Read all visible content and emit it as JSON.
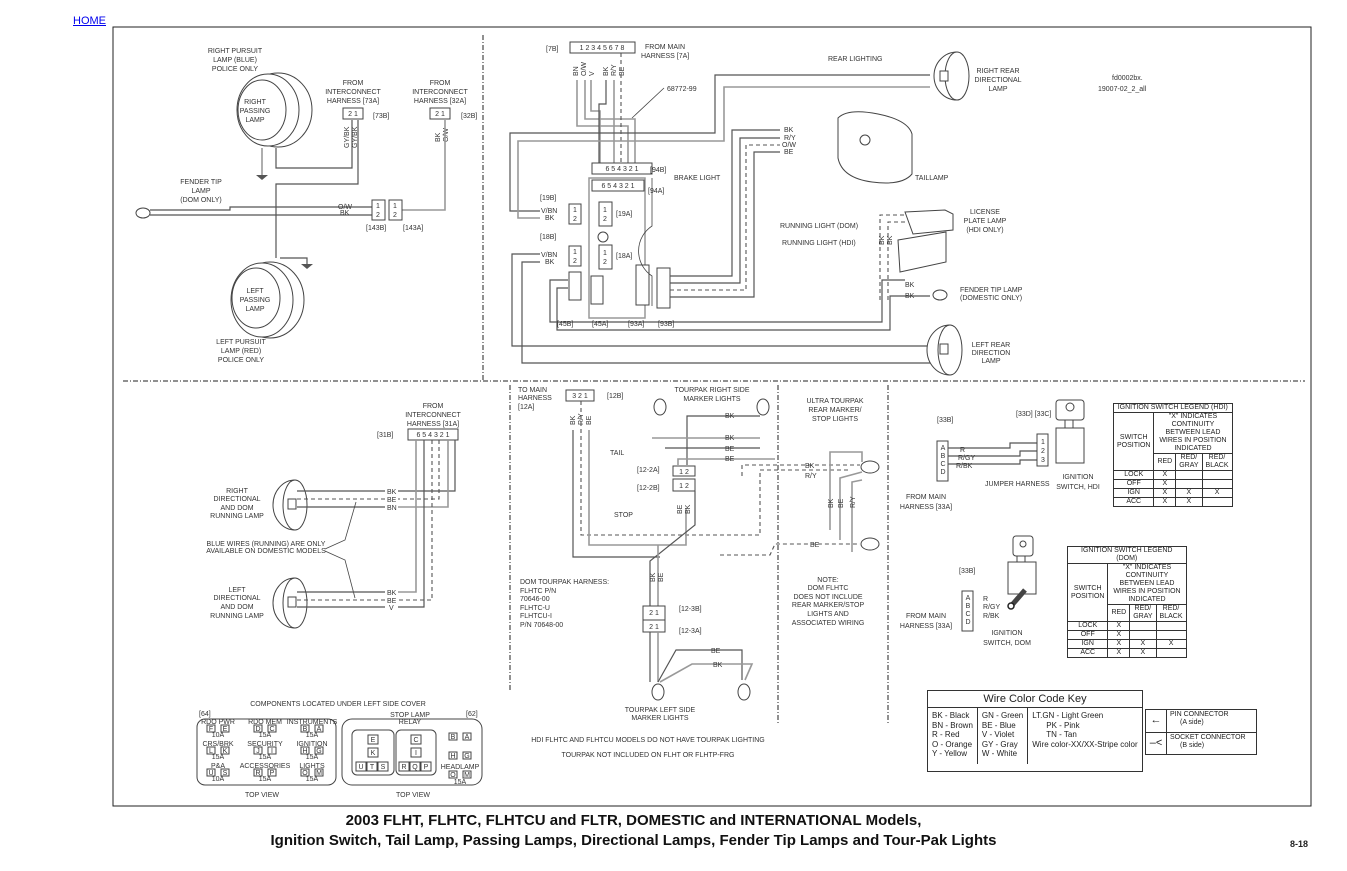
{
  "nav": {
    "home_link": "HOME"
  },
  "figure_ids": {
    "code": "fd0002bx.",
    "file": "19007-02_2_all"
  },
  "passing_lamps": {
    "right_pursuit": [
      "RIGHT PURSUIT",
      "LAMP (BLUE)",
      "POLICE ONLY"
    ],
    "right_passing": [
      "RIGHT",
      "PASSING",
      "LAMP"
    ],
    "left_passing": [
      "LEFT",
      "PASSING",
      "LAMP"
    ],
    "left_pursuit": [
      "LEFT PURSUIT",
      "LAMP (RED)",
      "POLICE ONLY"
    ],
    "fender_tip": [
      "FENDER TIP",
      "LAMP",
      "(DOM ONLY)"
    ],
    "harness_73a": [
      "FROM",
      "INTERCONNECT",
      "HARNESS [73A]"
    ],
    "harness_32a": [
      "FROM",
      "INTERCONNECT",
      "HARNESS [32A]"
    ],
    "conn_73b": "[73B]",
    "conn_32b": "[32B]",
    "pins_21": "2 1",
    "wires_73": [
      "GY/BK",
      "GY/BK"
    ],
    "wires_32": [
      "BK",
      "O/W"
    ],
    "wire_ow": "O/W",
    "wire_bk": "BK",
    "conn_143b": "[143B]",
    "conn_143a": "[143A]",
    "pin1": "1",
    "pin2": "2"
  },
  "rear_lighting": {
    "conn_7b": "[7B]",
    "pins_7": "1 2 3 4 5 6 7 8",
    "main_harness": [
      "FROM MAIN",
      "HARNESS [7A]"
    ],
    "wires_7": [
      "BN",
      "O/W",
      "V",
      "BK",
      "R/Y",
      "BE"
    ],
    "part_no": "68772-99",
    "label": "REAR LIGHTING",
    "right_rear": [
      "RIGHT REAR",
      "DIRECTIONAL",
      "LAMP"
    ],
    "taillamp": "TAILLAMP",
    "taillamp_wires": [
      "BK",
      "R/Y",
      "O/W",
      "BE"
    ],
    "brake_light": "BRAKE LIGHT",
    "running_dom": "RUNNING LIGHT (DOM)",
    "running_hdi": "RUNNING LIGHT (HDI)",
    "license_plate": [
      "LICENSE",
      "PLATE LAMP",
      "(HDI ONLY)"
    ],
    "license_wires": [
      "BK",
      "BK"
    ],
    "fender_tip_dom": [
      "FENDER TIP LAMP",
      "(DOMESTIC ONLY)"
    ],
    "fender_wires": [
      "BK",
      "BK"
    ],
    "left_rear": [
      "LEFT REAR",
      "DIRECTION",
      "LAMP"
    ],
    "pins_6": "6 5 4 3 2 1",
    "conn_94b": "[94B]",
    "conn_94a": "[94A]",
    "conn_19b": "[19B]",
    "conn_19a": "[19A]",
    "conn_18b": "[18B]",
    "conn_18a": "[18A]",
    "conn_45b": "[45B]",
    "conn_45a": "[45A]",
    "conn_93a": "[93A]",
    "conn_93b": "[93B]",
    "wire_vbn": "V/BN",
    "wire_bk": "BK"
  },
  "directional": {
    "harness_31a": [
      "FROM",
      "INTERCONNECT",
      "HARNESS [31A]"
    ],
    "conn_31b": "[31B]",
    "pins": "6 5 4 3 2 1",
    "right_lamp": [
      "RIGHT",
      "DIRECTIONAL",
      "AND DOM",
      "RUNNING LAMP"
    ],
    "left_lamp": [
      "LEFT",
      "DIRECTIONAL",
      "AND DOM",
      "RUNNING LAMP"
    ],
    "right_wires": [
      "BK",
      "BE",
      "BN"
    ],
    "left_wires": [
      "BK",
      "BE",
      "V"
    ],
    "note": [
      "BLUE WIRES (RUNNING) ARE ONLY",
      "AVAILABLE ON DOMESTIC MODELS"
    ]
  },
  "tourpak": {
    "to_main": [
      "TO MAIN",
      "HARNESS",
      "[12A]"
    ],
    "pins_321": "3 2 1",
    "conn_12b": "[12B]",
    "wires_12": [
      "BK",
      "R/Y",
      "BE"
    ],
    "tail": "TAIL",
    "stop": "STOP",
    "right_markers": [
      "TOURPAK RIGHT SIDE",
      "MARKER LIGHTS"
    ],
    "right_marker_wires": [
      "BK",
      "BK",
      "BE",
      "BE"
    ],
    "conn_12_2a": "[12-2A]",
    "conn_12_2b": "[12-2B]",
    "pins_12": "1 2",
    "pins_21": "2 1",
    "wires_12_2": [
      "BE",
      "BK"
    ],
    "wires_mid": [
      "BK",
      "BE"
    ],
    "dom_harness": [
      "DOM TOURPAK HARNESS:",
      "FLHTC P/N",
      "70646-00",
      "FLHTC-U",
      "FLHTCU-I",
      "P/N 70648-00"
    ],
    "conn_12_3b": "[12-3B]",
    "conn_12_3a": "[12-3A]",
    "left_marker_wires": [
      "BE",
      "BK"
    ],
    "left_markers": [
      "TOURPAK LEFT SIDE",
      "MARKER LIGHTS"
    ],
    "note_hdi": "HDI FLHTC AND FLHTCU MODELS DO NOT HAVE TOURPAK LIGHTING",
    "note_flht": "TOURPAK NOT INCLUDED ON FLHT OR FLHTP-FRG",
    "ultra": [
      "ULTRA TOURPAK",
      "REAR MARKER/",
      "STOP LIGHTS"
    ],
    "ultra_wires": [
      "BK",
      "R/Y",
      "BE"
    ],
    "ultra_vert": [
      "BK",
      "BE",
      "R/Y"
    ],
    "note_dom": [
      "NOTE:",
      "DOM FLHTC",
      "DOES NOT INCLUDE",
      "REAR MARKER/STOP",
      "LIGHTS AND",
      "ASSOCIATED WIRING"
    ]
  },
  "ignition_hdi": {
    "conn_33b": "[33B]",
    "conn_33dc": "[33D] [33C]",
    "pins_abcd": [
      "A",
      "B",
      "C",
      "D"
    ],
    "pins_123": [
      "1",
      "2",
      "3"
    ],
    "wires": [
      "R",
      "R/GY",
      "R/BK"
    ],
    "jumper": "JUMPER HARNESS",
    "from_main": [
      "FROM MAIN",
      "HARNESS [33A]"
    ],
    "switch": [
      "IGNITION",
      "SWITCH, HDI"
    ]
  },
  "ignition_dom": {
    "conn_33b": "[33B]",
    "pins_abcd": [
      "A",
      "B",
      "C",
      "D"
    ],
    "wires": [
      "R",
      "R/GY",
      "R/BK"
    ],
    "from_main": [
      "FROM MAIN",
      "HARNESS [33A]"
    ],
    "switch": [
      "IGNITION",
      "SWITCH, DOM"
    ]
  },
  "legend_hdi": {
    "title": "IGNITION SWITCH LEGEND (HDI)",
    "switch_pos": "SWITCH POSITION",
    "note": "\"X\" INDICATES CONTINUITY BETWEEN LEAD WIRES IN POSITION INDICATED",
    "cols": [
      "RED",
      "RED/ GRAY",
      "RED/ BLACK"
    ],
    "rows": [
      {
        "pos": "LOCK",
        "vals": [
          "X",
          "",
          ""
        ]
      },
      {
        "pos": "OFF",
        "vals": [
          "X",
          "",
          ""
        ]
      },
      {
        "pos": "IGN",
        "vals": [
          "X",
          "X",
          "X"
        ]
      },
      {
        "pos": "ACC",
        "vals": [
          "X",
          "X",
          ""
        ]
      }
    ]
  },
  "legend_dom": {
    "title": "IGNITION SWITCH LEGEND (DOM)",
    "switch_pos": "SWITCH POSITION",
    "note": "\"X\" INDICATES CONTINUITY BETWEEN LEAD WIRES IN POSITION INDICATED",
    "cols": [
      "RED",
      "RED/ GRAY",
      "RED/ BLACK"
    ],
    "rows": [
      {
        "pos": "LOCK",
        "vals": [
          "X",
          "",
          ""
        ]
      },
      {
        "pos": "OFF",
        "vals": [
          "X",
          "",
          ""
        ]
      },
      {
        "pos": "IGN",
        "vals": [
          "X",
          "X",
          "X"
        ]
      },
      {
        "pos": "ACC",
        "vals": [
          "X",
          "X",
          ""
        ]
      }
    ]
  },
  "wire_key": {
    "title": "Wire Color Code Key",
    "col1": [
      "BK - Black",
      "BN - Brown",
      "R - Red",
      "O - Orange",
      "Y - Yellow"
    ],
    "col2": [
      "GN - Green",
      "BE - Blue",
      "V - Violet",
      "GY - Gray",
      "W - White"
    ],
    "col3": [
      "LT.GN - Light Green",
      "PK - Pink",
      "TN - Tan",
      "Wire color-XX/XX-Stripe color"
    ]
  },
  "conn_key": {
    "pin_symbol": "←",
    "pin_label": [
      "PIN CONNECTOR",
      "(A side)"
    ],
    "socket_symbol": "–<",
    "socket_label": [
      "SOCKET CONNECTOR",
      "(B side)"
    ]
  },
  "fuse_block": {
    "title": "COMPONENTS LOCATED UNDER LEFT SIDE COVER",
    "left_id": "[64]",
    "right_id": "[62]",
    "fuses": [
      {
        "name": "RDO PWR",
        "pins": [
          "F",
          "E"
        ],
        "amp": "10A"
      },
      {
        "name": "RDO MEM",
        "pins": [
          "D",
          "C"
        ],
        "amp": "15A"
      },
      {
        "name": "INSTRUMENTS",
        "pins": [
          "B",
          "A"
        ],
        "amp": "15A"
      },
      {
        "name": "CRS/BRK",
        "pins": [
          "L",
          "K"
        ],
        "amp": "15A"
      },
      {
        "name": "SECURITY",
        "pins": [
          "J",
          "I"
        ],
        "amp": "15A"
      },
      {
        "name": "IGNITION",
        "pins": [
          "H",
          "G"
        ],
        "amp": "15A"
      },
      {
        "name": "P&A",
        "pins": [
          "U",
          "S"
        ],
        "amp": "10A"
      },
      {
        "name": "ACCESSORIES",
        "pins": [
          "R",
          "P"
        ],
        "amp": "15A"
      },
      {
        "name": "LIGHTS",
        "pins": [
          "O",
          "M"
        ],
        "amp": "15A"
      }
    ],
    "relay_label": [
      "STOP LAMP",
      "RELAY"
    ],
    "relay_left": [
      "E",
      "K",
      "U",
      "T",
      "S"
    ],
    "relay_mid": [
      "C",
      "I",
      "R",
      "Q",
      "P"
    ],
    "right_fuses": [
      {
        "name": "",
        "pins": [
          "B",
          "A"
        ],
        "amp": ""
      },
      {
        "name": "",
        "pins": [
          "H",
          "G"
        ],
        "amp": ""
      },
      {
        "name": "HEADLAMP",
        "pins": [
          "O",
          "M"
        ],
        "amp": "15A"
      }
    ],
    "top_view": "TOP VIEW"
  },
  "footer": {
    "title_line1": "2003 FLHT, FLHTC, FLHTCU and FLTR, DOMESTIC and INTERNATIONAL Models,",
    "title_line2": "Ignition Switch, Tail Lamp, Passing Lamps, Directional Lamps, Fender Tip Lamps and Tour-Pak Lights",
    "page": "8-18"
  }
}
